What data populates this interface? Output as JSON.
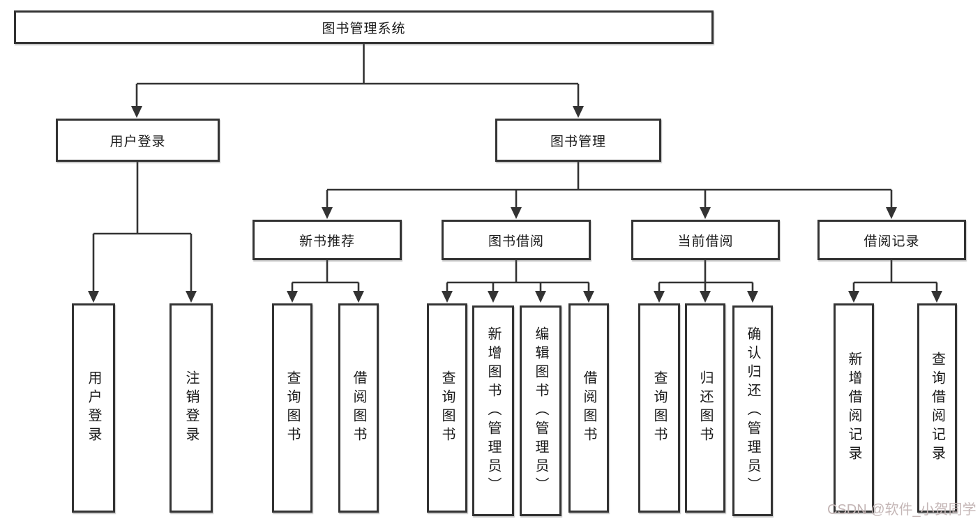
{
  "diagram_type": "hierarchy-tree",
  "colors": {
    "line": "#333333",
    "box_border": "#333333",
    "box_background": "#ffffff",
    "text": "#1a1a1a",
    "watermark": "#c4b6b6"
  },
  "tree": {
    "label": "图书管理系统",
    "children": [
      {
        "label": "用户登录",
        "children": [
          {
            "label": "用户登录"
          },
          {
            "label": "注销登录"
          }
        ]
      },
      {
        "label": "图书管理",
        "children": [
          {
            "label": "新书推荐",
            "children": [
              {
                "label": "查询图书"
              },
              {
                "label": "借阅图书"
              }
            ]
          },
          {
            "label": "图书借阅",
            "children": [
              {
                "label": "查询图书"
              },
              {
                "label": "新增图书（管理员）"
              },
              {
                "label": "编辑图书（管理员）"
              },
              {
                "label": "借阅图书"
              }
            ]
          },
          {
            "label": "当前借阅",
            "children": [
              {
                "label": "查询图书"
              },
              {
                "label": "归还图书"
              },
              {
                "label": "确认归还（管理员）"
              }
            ]
          },
          {
            "label": "借阅记录",
            "children": [
              {
                "label": "新增借阅记录"
              },
              {
                "label": "查询借阅记录"
              }
            ]
          }
        ]
      }
    ]
  },
  "watermark": {
    "text": "CSDN @软件_小贺同学"
  }
}
